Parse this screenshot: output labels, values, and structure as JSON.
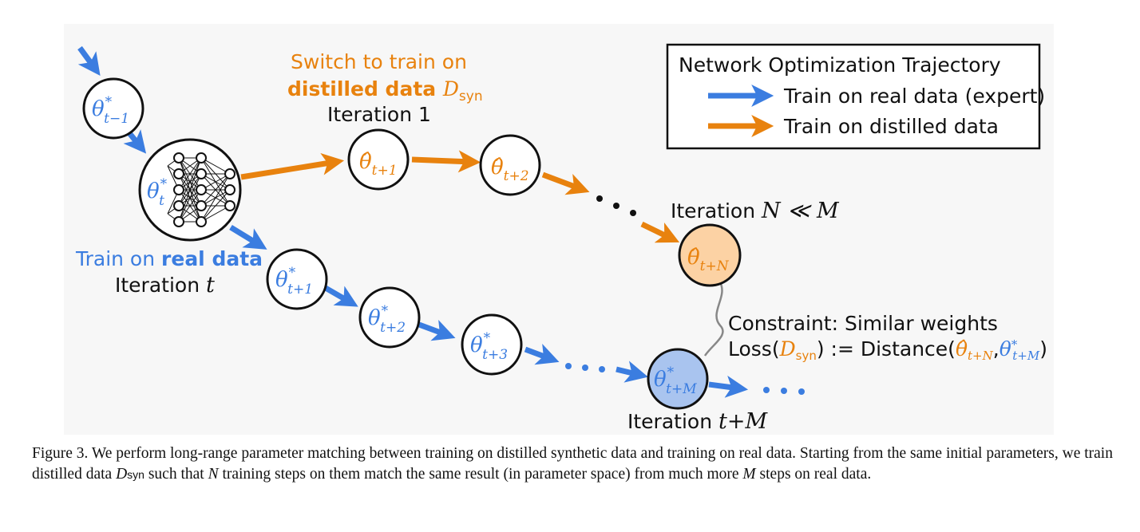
{
  "colors": {
    "expert": "#3b7de0",
    "distilled": "#e8820e",
    "distilled_fill": "#fcd2a4",
    "expert_fill": "#a9c4ef",
    "background": "#f7f7f7"
  },
  "legend": {
    "title": "Network Optimization Trajectory",
    "real_label": "Train on real data (expert)",
    "distilled_label": "Train on distilled data"
  },
  "nodes": {
    "t_minus_1": {
      "sym": "θ",
      "sup": "*",
      "sub": "t−1"
    },
    "t": {
      "sym": "θ",
      "sup": "*",
      "sub": "t"
    },
    "real_t1": {
      "sym": "θ",
      "sup": "*",
      "sub": "t+1"
    },
    "real_t2": {
      "sym": "θ",
      "sup": "*",
      "sub": "t+2"
    },
    "real_t3": {
      "sym": "θ",
      "sup": "*",
      "sub": "t+3"
    },
    "real_tM": {
      "sym": "θ",
      "sup": "*",
      "sub": "t+M"
    },
    "dist_t1": {
      "sym": "θ̂",
      "sub": "t+1"
    },
    "dist_t2": {
      "sym": "θ̂",
      "sub": "t+2"
    },
    "dist_tN": {
      "sym": "θ̂",
      "sub": "t+N"
    }
  },
  "labels": {
    "switch_line1": "Switch to train on",
    "switch_line2_bold": "distilled data ",
    "switch_line2_math": "D",
    "switch_line2_sub": "syn",
    "iteration_1": "Iteration 1",
    "iteration_N_prefix": "Iteration ",
    "iteration_N_math": "N ≪ M",
    "real_prefix": "Train on ",
    "real_bold": "real data",
    "iteration_t_prefix": "Iteration ",
    "iteration_t_math": "t",
    "iteration_tM_prefix": "Iteration ",
    "iteration_tM_math": "t+M",
    "constraint_line1": "Constraint: Similar weights",
    "loss_prefix": "Loss(",
    "loss_D": "D",
    "loss_syn": "syn",
    "loss_mid": ") := Distance(",
    "loss_theta_hat": "θ̂",
    "loss_sub_N": "t+N",
    "loss_comma": ",",
    "loss_theta_star": "θ",
    "loss_sup": "*",
    "loss_sub_M": "t+M",
    "loss_end": ")"
  },
  "caption": {
    "part1": "Figure 3. We perform long-range parameter matching between training on distilled synthetic data and training on real data. Starting from the same initial parameters, we train distilled data ",
    "D": "D",
    "syn": "syn",
    "part2": " such that ",
    "N": "N",
    "part3": " training steps on them match the same result (in parameter space) from much more ",
    "M": "M",
    "part4": " steps on real data."
  }
}
